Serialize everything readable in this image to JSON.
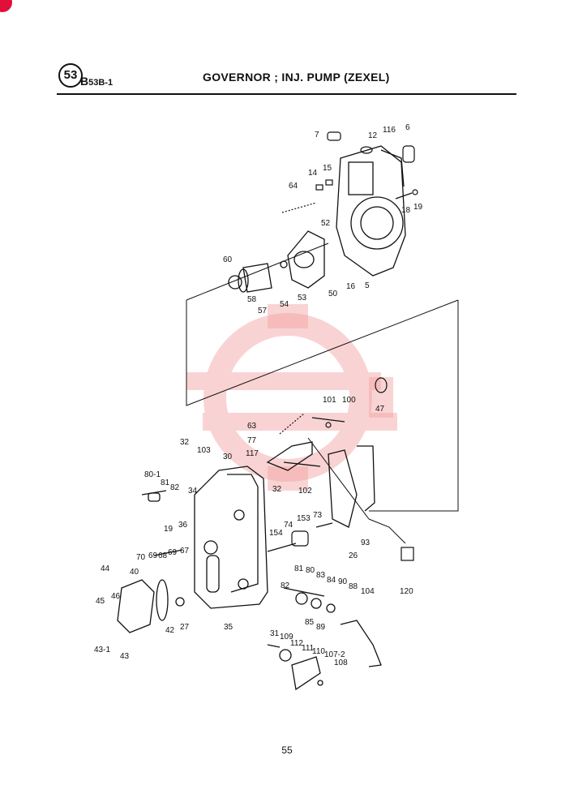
{
  "header": {
    "section_number": "53",
    "section_prefix": "B",
    "section_code": "53B-1",
    "title": "GOVERNOR ; INJ. PUMP (ZEXEL)"
  },
  "footer": {
    "page_number": "55"
  },
  "watermark": {
    "color": "#f2a0a0",
    "icon": "gear-logo-watermark"
  },
  "accent_color": "#e0103a",
  "labels": [
    {
      "text": "7"
    },
    {
      "text": "12"
    },
    {
      "text": "116"
    },
    {
      "text": "6"
    },
    {
      "text": "14"
    },
    {
      "text": "15"
    },
    {
      "text": "64"
    },
    {
      "text": "18"
    },
    {
      "text": "19"
    },
    {
      "text": "52"
    },
    {
      "text": "60"
    },
    {
      "text": "58"
    },
    {
      "text": "57"
    },
    {
      "text": "54"
    },
    {
      "text": "53"
    },
    {
      "text": "50"
    },
    {
      "text": "16"
    },
    {
      "text": "5"
    },
    {
      "text": "101"
    },
    {
      "text": "100"
    },
    {
      "text": "47"
    },
    {
      "text": "63"
    },
    {
      "text": "77"
    },
    {
      "text": "32"
    },
    {
      "text": "103"
    },
    {
      "text": "30"
    },
    {
      "text": "117"
    },
    {
      "text": "80-1"
    },
    {
      "text": "81"
    },
    {
      "text": "82"
    },
    {
      "text": "34"
    },
    {
      "text": "32"
    },
    {
      "text": "102"
    },
    {
      "text": "73"
    },
    {
      "text": "153"
    },
    {
      "text": "19"
    },
    {
      "text": "36"
    },
    {
      "text": "154"
    },
    {
      "text": "74"
    },
    {
      "text": "26"
    },
    {
      "text": "93"
    },
    {
      "text": "70"
    },
    {
      "text": "69"
    },
    {
      "text": "68"
    },
    {
      "text": "69"
    },
    {
      "text": "67"
    },
    {
      "text": "44"
    },
    {
      "text": "40"
    },
    {
      "text": "46"
    },
    {
      "text": "45"
    },
    {
      "text": "42"
    },
    {
      "text": "27"
    },
    {
      "text": "35"
    },
    {
      "text": "43-1"
    },
    {
      "text": "43"
    },
    {
      "text": "82"
    },
    {
      "text": "81"
    },
    {
      "text": "80"
    },
    {
      "text": "83"
    },
    {
      "text": "84"
    },
    {
      "text": "90"
    },
    {
      "text": "88"
    },
    {
      "text": "104"
    },
    {
      "text": "120"
    },
    {
      "text": "85"
    },
    {
      "text": "89"
    },
    {
      "text": "31"
    },
    {
      "text": "109"
    },
    {
      "text": "112"
    },
    {
      "text": "111"
    },
    {
      "text": "110"
    },
    {
      "text": "107-2"
    },
    {
      "text": "108"
    }
  ]
}
